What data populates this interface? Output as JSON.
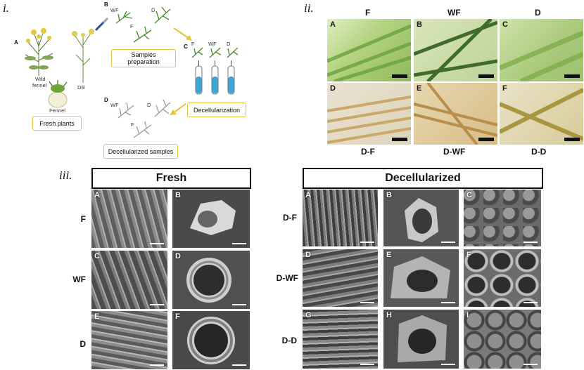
{
  "panel_i": {
    "roman": "i.",
    "labels": {
      "A": "A",
      "B": "B",
      "C": "C",
      "D": "D"
    },
    "plants": {
      "wild_fennel_line1": "Wild",
      "wild_fennel_line2": "fennel",
      "fennel": "Fennel",
      "dill": "Dill"
    },
    "sample_codes": {
      "wf": "WF",
      "d": "D",
      "f": "F"
    },
    "boxes": {
      "fresh_plants": "Fresh plants",
      "samples_preparation_line1": "Samples",
      "samples_preparation_line2": "preparation",
      "decellularization": "Decellularization",
      "decellularized_samples": "Decellularized samples"
    }
  },
  "panel_ii": {
    "roman": "ii.",
    "top_titles": [
      "F",
      "WF",
      "D"
    ],
    "bottom_titles": [
      "D-F",
      "D-WF",
      "D-D"
    ],
    "top_letters": [
      "A",
      "B",
      "C"
    ],
    "bottom_letters": [
      "D",
      "E",
      "F"
    ],
    "colors": {
      "fresh": "#8fb85a",
      "fresh_dark": "#3f6b2e",
      "decell": "#c9a86a",
      "decell_light": "#e7d7b0"
    }
  },
  "panel_iii": {
    "roman": "iii.",
    "fresh_title": "Fresh",
    "decell_title": "Decellularized",
    "fresh_rows": [
      "F",
      "WF",
      "D"
    ],
    "decell_rows": [
      "D-F",
      "D-WF",
      "D-D"
    ],
    "fresh_letters": [
      [
        "A",
        "B"
      ],
      [
        "C",
        "D"
      ],
      [
        "E",
        "F"
      ]
    ],
    "decell_letters": [
      [
        "A",
        "B",
        "C"
      ],
      [
        "D",
        "E",
        "F"
      ],
      [
        "G",
        "H",
        "I"
      ]
    ]
  }
}
